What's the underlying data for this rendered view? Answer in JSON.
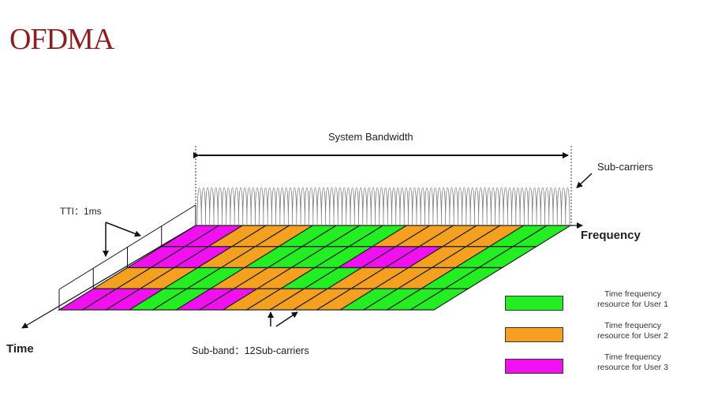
{
  "title": "OFDMA",
  "labels": {
    "system_bandwidth": "System Bandwidth",
    "sub_carriers": "Sub-carriers",
    "frequency": "Frequency",
    "time": "Time",
    "tti": "TTI：1ms",
    "sub_band": "Sub-band：12Sub-carriers"
  },
  "legend": [
    {
      "line1": "Time frequency",
      "line2": "resource for User 1",
      "color": "#22ee22"
    },
    {
      "line1": "Time frequency",
      "line2": "resource for User 2",
      "color": "#f5a020"
    },
    {
      "line1": "Time frequency",
      "line2": "resource for User 3",
      "color": "#f010f0"
    }
  ],
  "grid": {
    "users_by_row": [
      [
        3,
        3,
        2,
        2,
        2,
        1,
        1,
        1,
        1,
        2,
        2,
        2,
        2,
        2,
        1,
        1
      ],
      [
        3,
        3,
        3,
        2,
        2,
        1,
        1,
        1,
        1,
        3,
        3,
        3,
        2,
        2,
        1,
        1
      ],
      [
        2,
        2,
        2,
        1,
        1,
        2,
        2,
        2,
        1,
        1,
        2,
        2,
        2,
        2,
        1,
        1
      ],
      [
        3,
        3,
        3,
        1,
        1,
        3,
        3,
        2,
        2,
        2,
        2,
        2,
        1,
        1,
        1,
        1
      ]
    ]
  }
}
